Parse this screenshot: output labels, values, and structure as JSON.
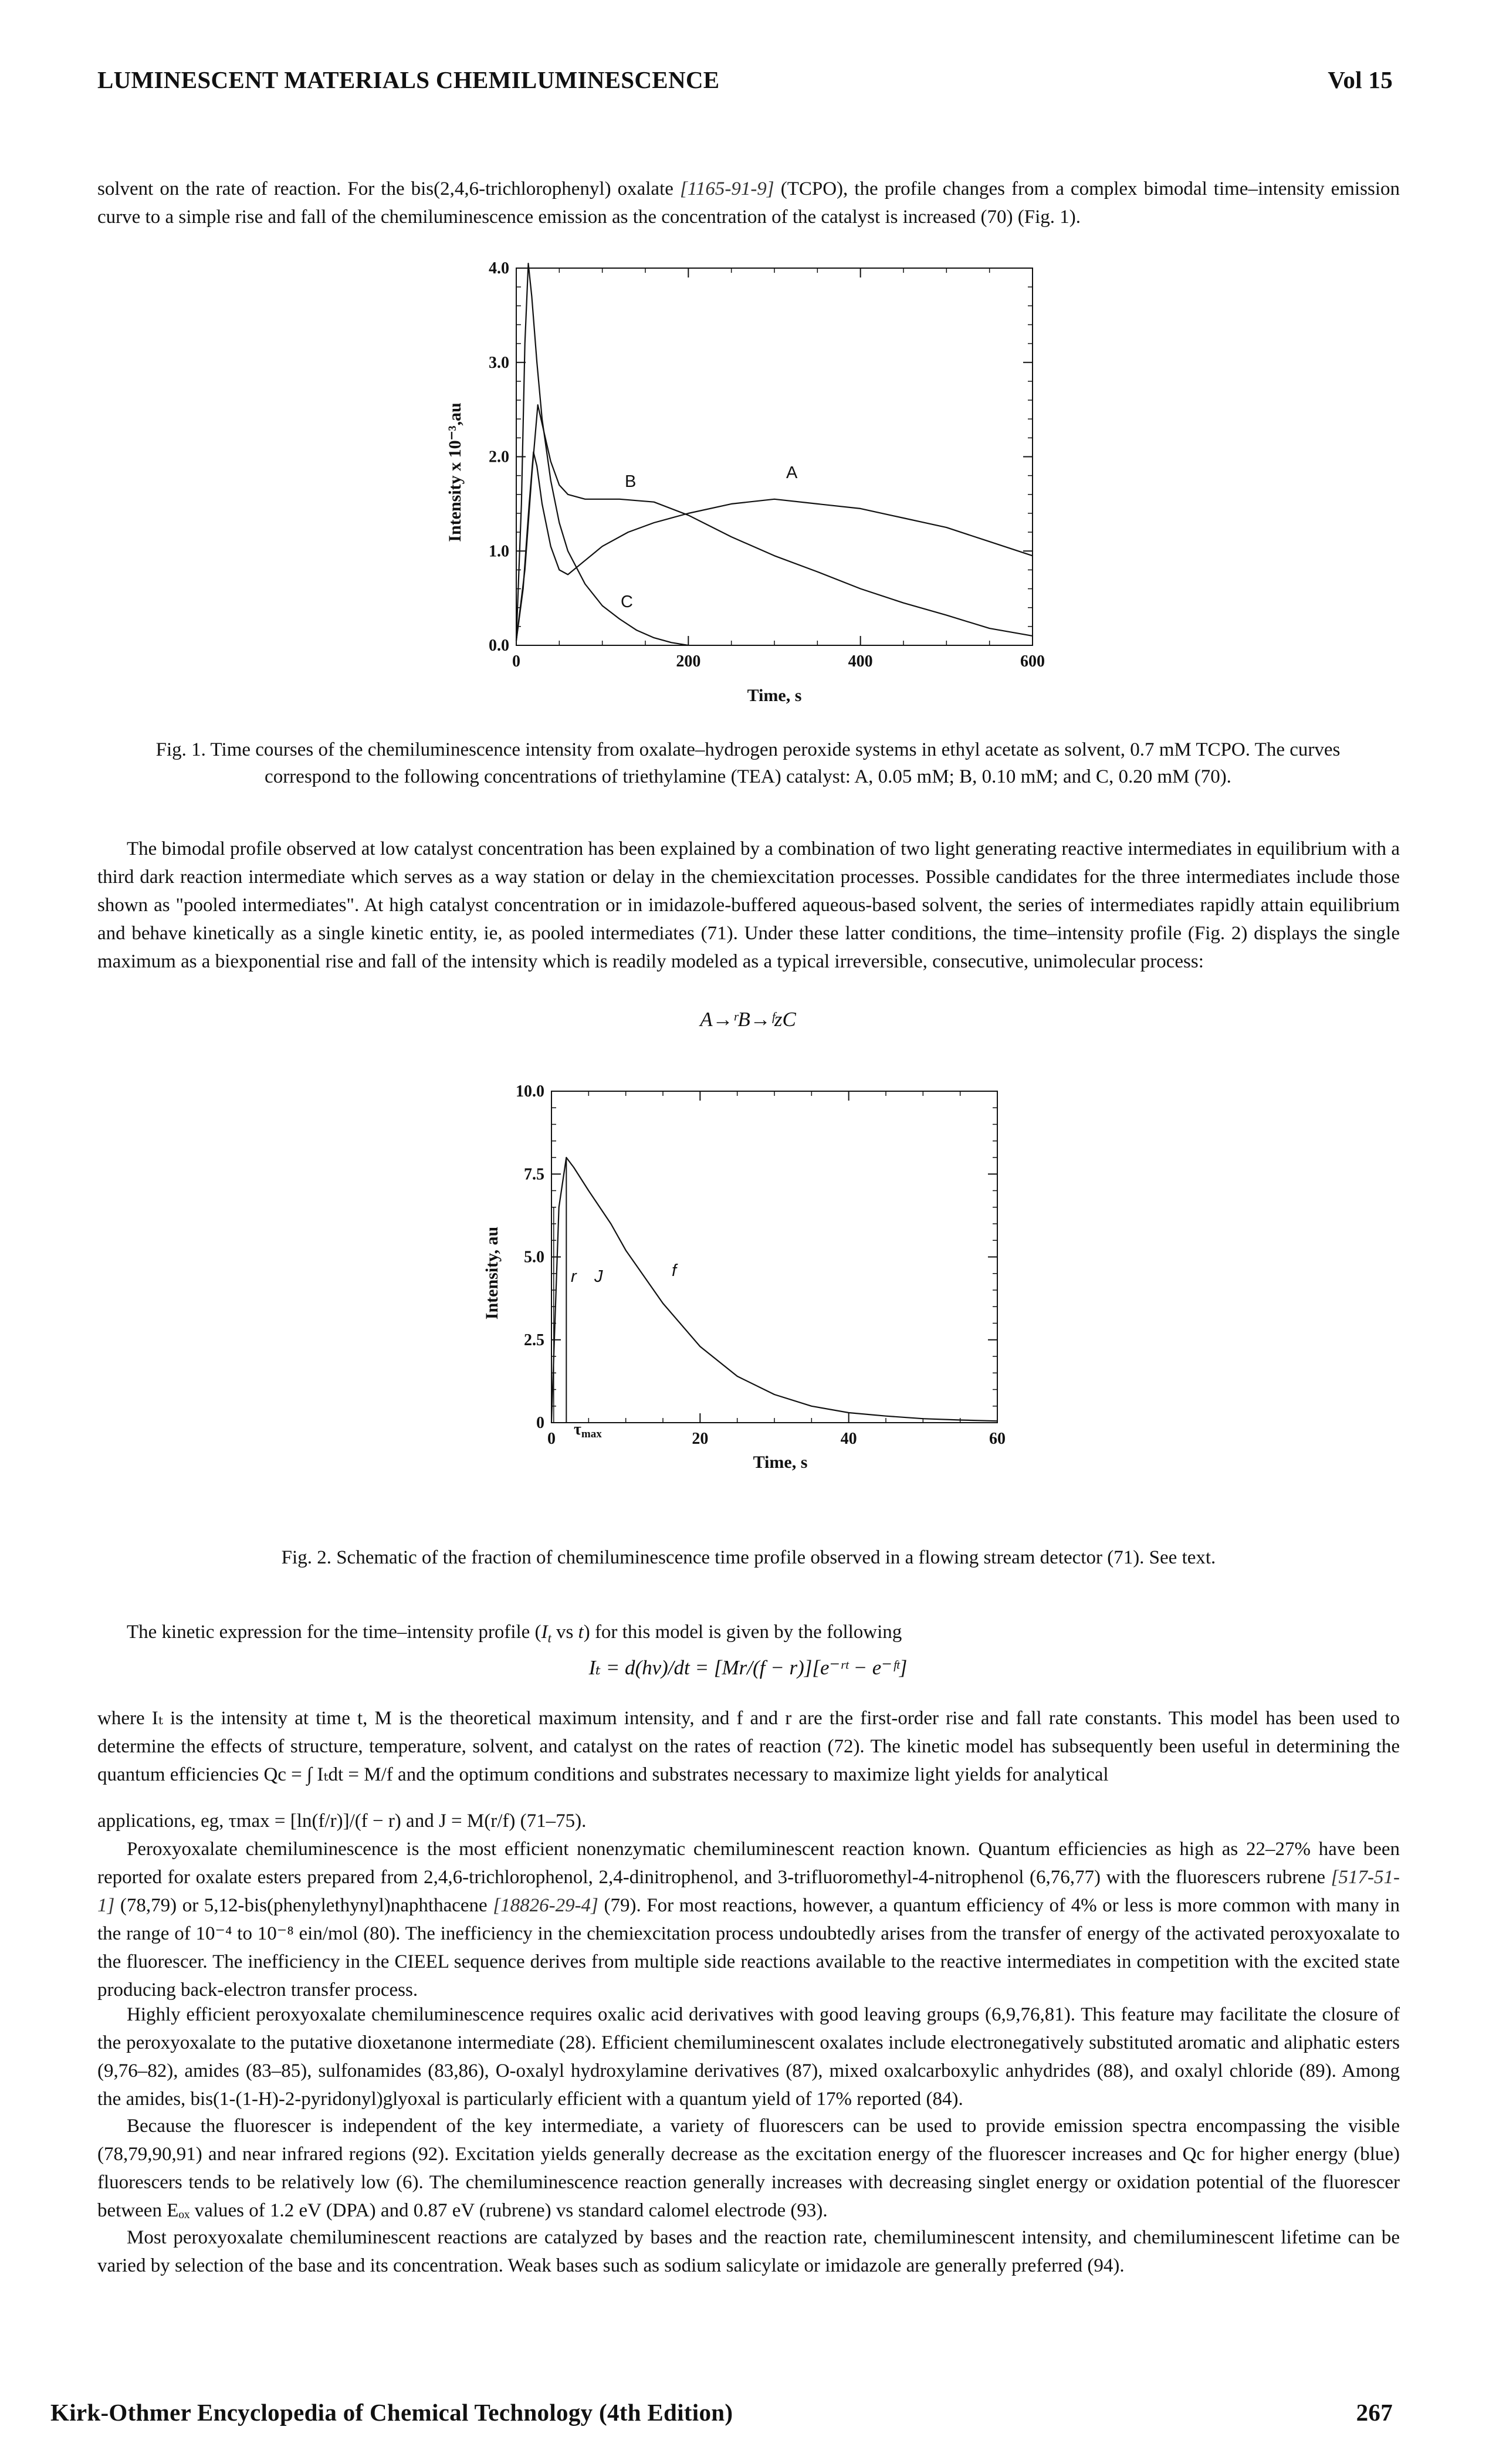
{
  "header": {
    "title": "LUMINESCENT MATERIALS CHEMILUMINESCENCE",
    "volume": "Vol 15"
  },
  "intro": {
    "part1": "solvent on the rate of reaction. For the bis(2,4,6-trichlorophenyl) oxalate ",
    "cas1": "[1165-91-9]",
    "part2": " (TCPO), the profile changes from a complex bimodal time–intensity emission curve to a simple rise and fall of the chemiluminescence emission as the concentration of the catalyst is increased (70) (Fig. 1)."
  },
  "fig1": {
    "caption": "Fig. 1. Time courses of the chemiluminescence intensity from oxalate–hydrogen peroxide systems in ethyl acetate as solvent, 0.7 mM TCPO. The curves correspond to the following concentrations of triethylamine (TEA) catalyst: A, 0.05 mM; B, 0.10 mM; and C, 0.20 mM (70).",
    "chart_data": {
      "type": "line",
      "xlabel": "Time, s",
      "ylabel": "Intensity x 10⁻³,au",
      "xlim": [
        0,
        600
      ],
      "ylim": [
        0,
        4.0
      ],
      "x_ticks": [
        "0",
        "200",
        "400",
        "600"
      ],
      "y_ticks": [
        "0.0",
        "1.0",
        "2.0",
        "3.0",
        "4.0"
      ],
      "series": [
        {
          "name": "A",
          "points": [
            [
              0,
              0.05
            ],
            [
              8,
              0.6
            ],
            [
              15,
              1.5
            ],
            [
              20,
              2.05
            ],
            [
              24,
              1.9
            ],
            [
              30,
              1.5
            ],
            [
              40,
              1.05
            ],
            [
              50,
              0.8
            ],
            [
              60,
              0.75
            ],
            [
              80,
              0.9
            ],
            [
              100,
              1.05
            ],
            [
              130,
              1.2
            ],
            [
              160,
              1.3
            ],
            [
              200,
              1.4
            ],
            [
              250,
              1.5
            ],
            [
              300,
              1.55
            ],
            [
              350,
              1.5
            ],
            [
              400,
              1.45
            ],
            [
              450,
              1.35
            ],
            [
              500,
              1.25
            ],
            [
              550,
              1.1
            ],
            [
              600,
              0.95
            ]
          ]
        },
        {
          "name": "B",
          "points": [
            [
              0,
              0.05
            ],
            [
              10,
              0.8
            ],
            [
              18,
              1.8
            ],
            [
              25,
              2.55
            ],
            [
              30,
              2.35
            ],
            [
              40,
              1.95
            ],
            [
              50,
              1.7
            ],
            [
              60,
              1.6
            ],
            [
              80,
              1.55
            ],
            [
              120,
              1.55
            ],
            [
              160,
              1.52
            ],
            [
              200,
              1.38
            ],
            [
              250,
              1.15
            ],
            [
              300,
              0.95
            ],
            [
              350,
              0.78
            ],
            [
              400,
              0.6
            ],
            [
              450,
              0.45
            ],
            [
              500,
              0.32
            ],
            [
              550,
              0.18
            ],
            [
              600,
              0.1
            ]
          ]
        },
        {
          "name": "C",
          "points": [
            [
              0,
              0.05
            ],
            [
              6,
              1.5
            ],
            [
              10,
              3.2
            ],
            [
              14,
              4.05
            ],
            [
              18,
              3.7
            ],
            [
              24,
              3.0
            ],
            [
              30,
              2.4
            ],
            [
              40,
              1.75
            ],
            [
              50,
              1.3
            ],
            [
              60,
              1.0
            ],
            [
              80,
              0.65
            ],
            [
              100,
              0.42
            ],
            [
              120,
              0.28
            ],
            [
              140,
              0.16
            ],
            [
              160,
              0.08
            ],
            [
              180,
              0.03
            ],
            [
              200,
              0.0
            ]
          ]
        }
      ]
    }
  },
  "para_bimodal": "The bimodal profile observed at low catalyst concentration has been explained by a combination of two light generating reactive intermediates in equilibrium with a third dark reaction intermediate which serves as a way station or delay in the chemiexcitation processes. Possible candidates for the three intermediates include those shown as \"pooled intermediates\". At high catalyst concentration or in imidazole-buffered aqueous-based solvent, the series of intermediates rapidly attain equilibrium and behave kinetically as a single kinetic entity, ie, as pooled intermediates (71). Under these latter conditions, the time–intensity profile (Fig. 2) displays the single maximum as a biexponential rise and fall of the intensity which is readily modeled as a typical irreversible, consecutive, unimolecular process:",
  "reaction_eq": "A→ʳB→ᶠzC",
  "fig2": {
    "caption": "Fig. 2. Schematic of the fraction of chemiluminescence time profile observed in a flowing stream detector (71). See text.",
    "chart_data": {
      "type": "line",
      "xlabel": "Time, s",
      "ylabel": "Intensity, au",
      "xlim": [
        0,
        60
      ],
      "ylim": [
        0,
        10.0
      ],
      "x_ticks": [
        "0",
        "20",
        "40",
        "60"
      ],
      "y_ticks": [
        "0",
        "2.5",
        "5.0",
        "7.5",
        "10.0"
      ],
      "annotations": [
        "τmax",
        "r",
        "J",
        "f"
      ],
      "series": [
        {
          "points": [
            [
              0,
              0
            ],
            [
              1,
              6.5
            ],
            [
              2,
              8.0
            ],
            [
              3,
              7.7
            ],
            [
              5,
              7.0
            ],
            [
              8,
              6.0
            ],
            [
              10,
              5.2
            ],
            [
              15,
              3.6
            ],
            [
              20,
              2.3
            ],
            [
              25,
              1.4
            ],
            [
              30,
              0.85
            ],
            [
              35,
              0.5
            ],
            [
              40,
              0.3
            ],
            [
              45,
              0.2
            ],
            [
              50,
              0.12
            ],
            [
              55,
              0.08
            ],
            [
              60,
              0.05
            ]
          ]
        }
      ]
    }
  },
  "kinetic_intro": {
    "part1": "The kinetic expression for the time–intensity profile (",
    "it": "I",
    "sub_t": "t",
    "part2": " vs ",
    "t": "t",
    "part3": ") for this model is given by the following"
  },
  "kinetic_eq": "Iₜ = d(hν)/dt = [Mr/(f − r)][e⁻ʳᵗ − e⁻ᶠᵗ]",
  "para_where": "where Iₜ is the intensity at time t, M is the theoretical maximum intensity, and f and r are the first-order rise and fall rate constants. This model has been used to determine the effects of structure, temperature, solvent, and catalyst on the rates of reaction (72). The kinetic model has subsequently been useful in determining the quantum efficiencies Qc = ∫ Iₜdt = M/f and the optimum conditions and substrates necessary to maximize light yields for analytical",
  "para_applications": "applications, eg, τmax = [ln(f/r)]/(f − r) and J = M(r/f) (71–75).",
  "para_peroxy": {
    "part1": "Peroxyoxalate chemiluminescence is the most efficient nonenzymatic chemiluminescent reaction known. Quantum efficiencies as high as 22–27% have been reported for oxalate esters prepared from 2,4,6-trichlorophenol, 2,4-dinitrophenol, and 3-trifluoromethyl-4-nitrophenol (6,76,77) with the fluorescers rubrene ",
    "cas1": "[517-51-1]",
    "part2": " (78,79) or 5,12-bis(phenylethynyl)naphthacene ",
    "cas2": "[18826-29-4]",
    "part3": " (79). For most reactions, however, a quantum efficiency of 4% or less is more common with many in the range of 10⁻⁴ to 10⁻⁸ ein/mol (80). The inefficiency in the chemiexcitation process undoubtedly arises from the transfer of energy of the activated peroxyoxalate to the fluorescer. The inefficiency in the CIEEL sequence derives from multiple side reactions available to the reactive intermediates in competition with the excited state producing back-electron transfer process."
  },
  "para_highly": "Highly efficient peroxyoxalate chemiluminescence requires oxalic acid derivatives with good leaving groups (6,9,76,81). This feature may facilitate the closure of the peroxyoxalate to the putative dioxetanone intermediate (28). Efficient chemiluminescent oxalates include electronegatively substituted aromatic and aliphatic esters (9,76–82), amides (83–85), sulfonamides (83,86), O-oxalyl hydroxylamine derivatives (87), mixed oxalcarboxylic anhydrides (88), and oxalyl chloride (89). Among the amides, bis(1-(1-H)-2-pyridonyl)glyoxal is particularly efficient with a quantum yield of 17% reported (84).",
  "para_because": "Because the fluorescer is independent of the key intermediate, a variety of fluorescers can be used to provide emission spectra encompassing the visible (78,79,90,91) and near infrared regions (92). Excitation yields generally decrease as the excitation energy of the fluorescer increases and Qc for higher energy (blue) fluorescers tends to be relatively low (6). The chemiluminescence reaction generally increases with decreasing singlet energy or oxidation potential of the fluorescer between Eₒₓ values of 1.2 eV (DPA) and 0.87 eV (rubrene) vs standard calomel electrode (93).",
  "para_most": "Most peroxyoxalate chemiluminescent reactions are catalyzed by bases and the reaction rate, chemiluminescent intensity, and chemiluminescent lifetime can be varied by selection of the base and its concentration. Weak bases such as sodium salicylate or imidazole are generally preferred (94).",
  "footer": {
    "source": "Kirk-Othmer Encyclopedia of Chemical Technology (4th Edition)",
    "page": "267"
  }
}
